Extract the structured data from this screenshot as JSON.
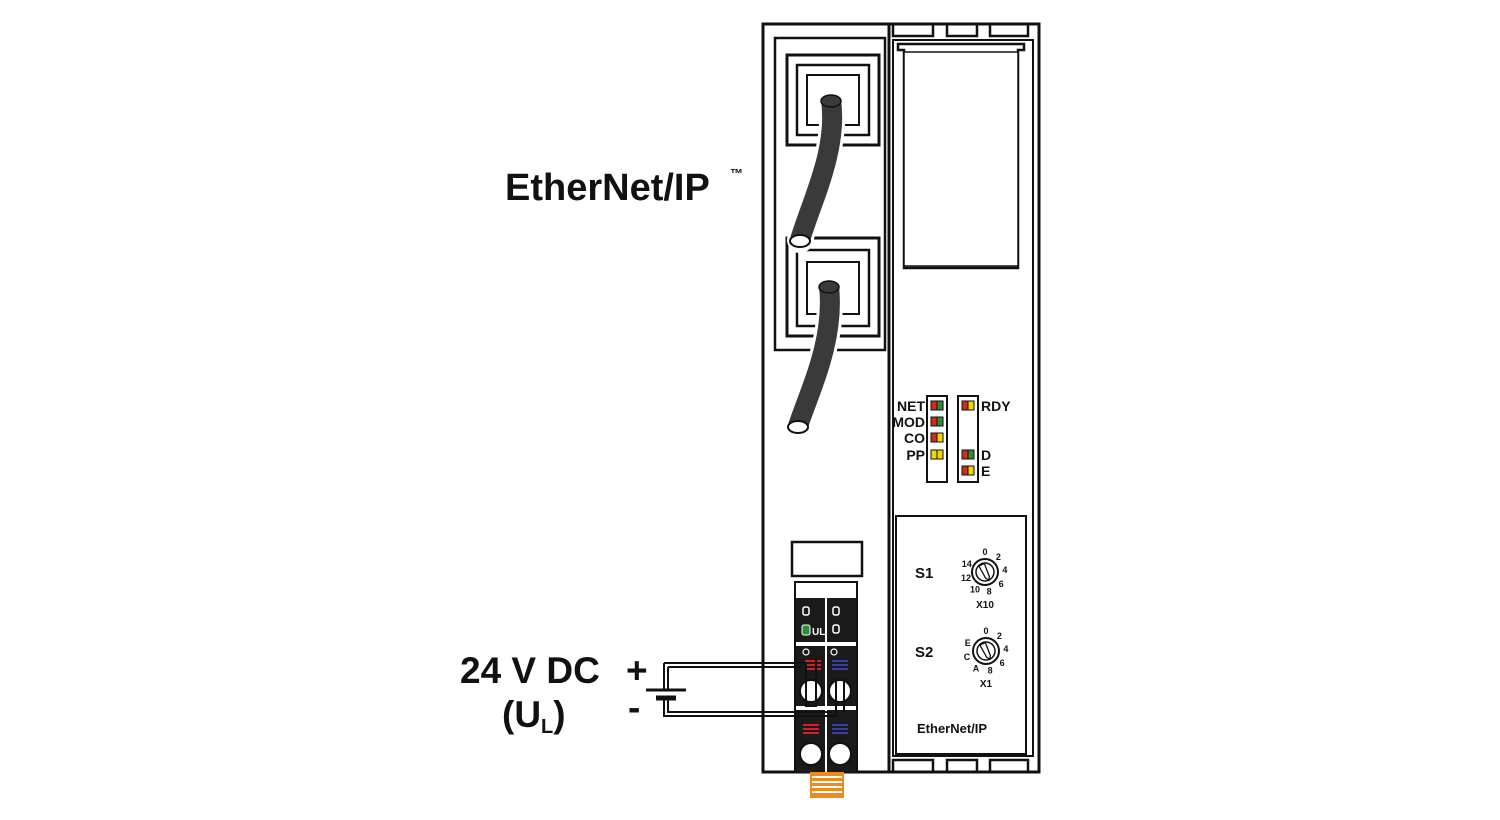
{
  "labels": {
    "protocol": "EtherNet/IP",
    "trademark": "™",
    "voltage": "24 V DC",
    "plus": "+",
    "minus": "-",
    "supply_open": "(U",
    "supply_sub": "L",
    "supply_close": ")"
  },
  "leds_left": [
    {
      "label": "NET",
      "color": "#cc2b1d",
      "color2": "#2e8b3a"
    },
    {
      "label": "MOD",
      "color": "#cc2b1d",
      "color2": "#2e8b3a"
    },
    {
      "label": "CO",
      "color": "#cc2b1d",
      "color2": "#f2d600"
    },
    {
      "label": "PP",
      "color": "#f2d600",
      "color2": "#f2d600"
    }
  ],
  "leds_right": [
    {
      "label": "RDY",
      "color": "#cc2b1d",
      "color2": "#f2d600"
    },
    {
      "label": "D",
      "color": "#cc2b1d",
      "color2": "#2e8b3a"
    },
    {
      "label": "E",
      "color": "#cc2b1d",
      "color2": "#f2d600"
    }
  ],
  "switches": [
    {
      "label": "S1",
      "multiplier": "X10",
      "dial": [
        "0",
        "2",
        "4",
        "6",
        "8",
        "10",
        "12",
        "14"
      ]
    },
    {
      "label": "S2",
      "multiplier": "X1",
      "dial": [
        "0",
        "2",
        "4",
        "6",
        "8",
        "A",
        "C",
        "E"
      ]
    }
  ],
  "terminal": {
    "ul_label": "UL",
    "ul_led_color": "#2e8b3a",
    "plus_color": "#d81e2b",
    "minus_color": "#3b3ba8",
    "lock_color": "#f08a1c"
  },
  "module_logo": "EtherNet/IP"
}
